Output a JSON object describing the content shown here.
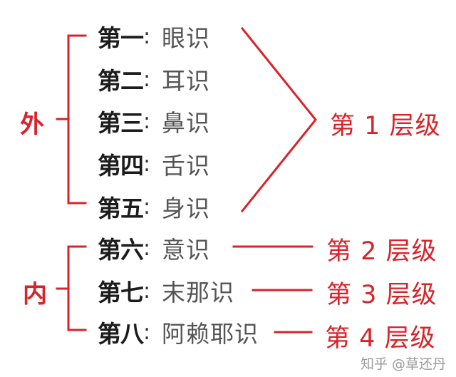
{
  "rows": [
    {
      "ordinal": "第一",
      "colon": ":",
      "consciousness": "眼识"
    },
    {
      "ordinal": "第二",
      "colon": ":",
      "consciousness": "耳识"
    },
    {
      "ordinal": "第三",
      "colon": ":",
      "consciousness": "鼻识"
    },
    {
      "ordinal": "第四",
      "colon": ":",
      "consciousness": "舌识"
    },
    {
      "ordinal": "第五",
      "colon": ":",
      "consciousness": "身识"
    },
    {
      "ordinal": "第六",
      "colon": ":",
      "consciousness": "意识"
    },
    {
      "ordinal": "第七",
      "colon": ":",
      "consciousness": "末那识"
    },
    {
      "ordinal": "第八",
      "colon": ":",
      "consciousness": "阿赖耶识"
    }
  ],
  "groups": {
    "outer": "外",
    "inner": "内"
  },
  "levels": {
    "level1": "第 1 层级",
    "level2": "第 2 层级",
    "level3": "第 3 层级",
    "level4": "第 4 层级"
  },
  "watermark": "知乎 @草还丹",
  "colors": {
    "accent": "#d9232a",
    "ordinal_text": "#1c1c1c",
    "consciousness_text": "#555555"
  }
}
